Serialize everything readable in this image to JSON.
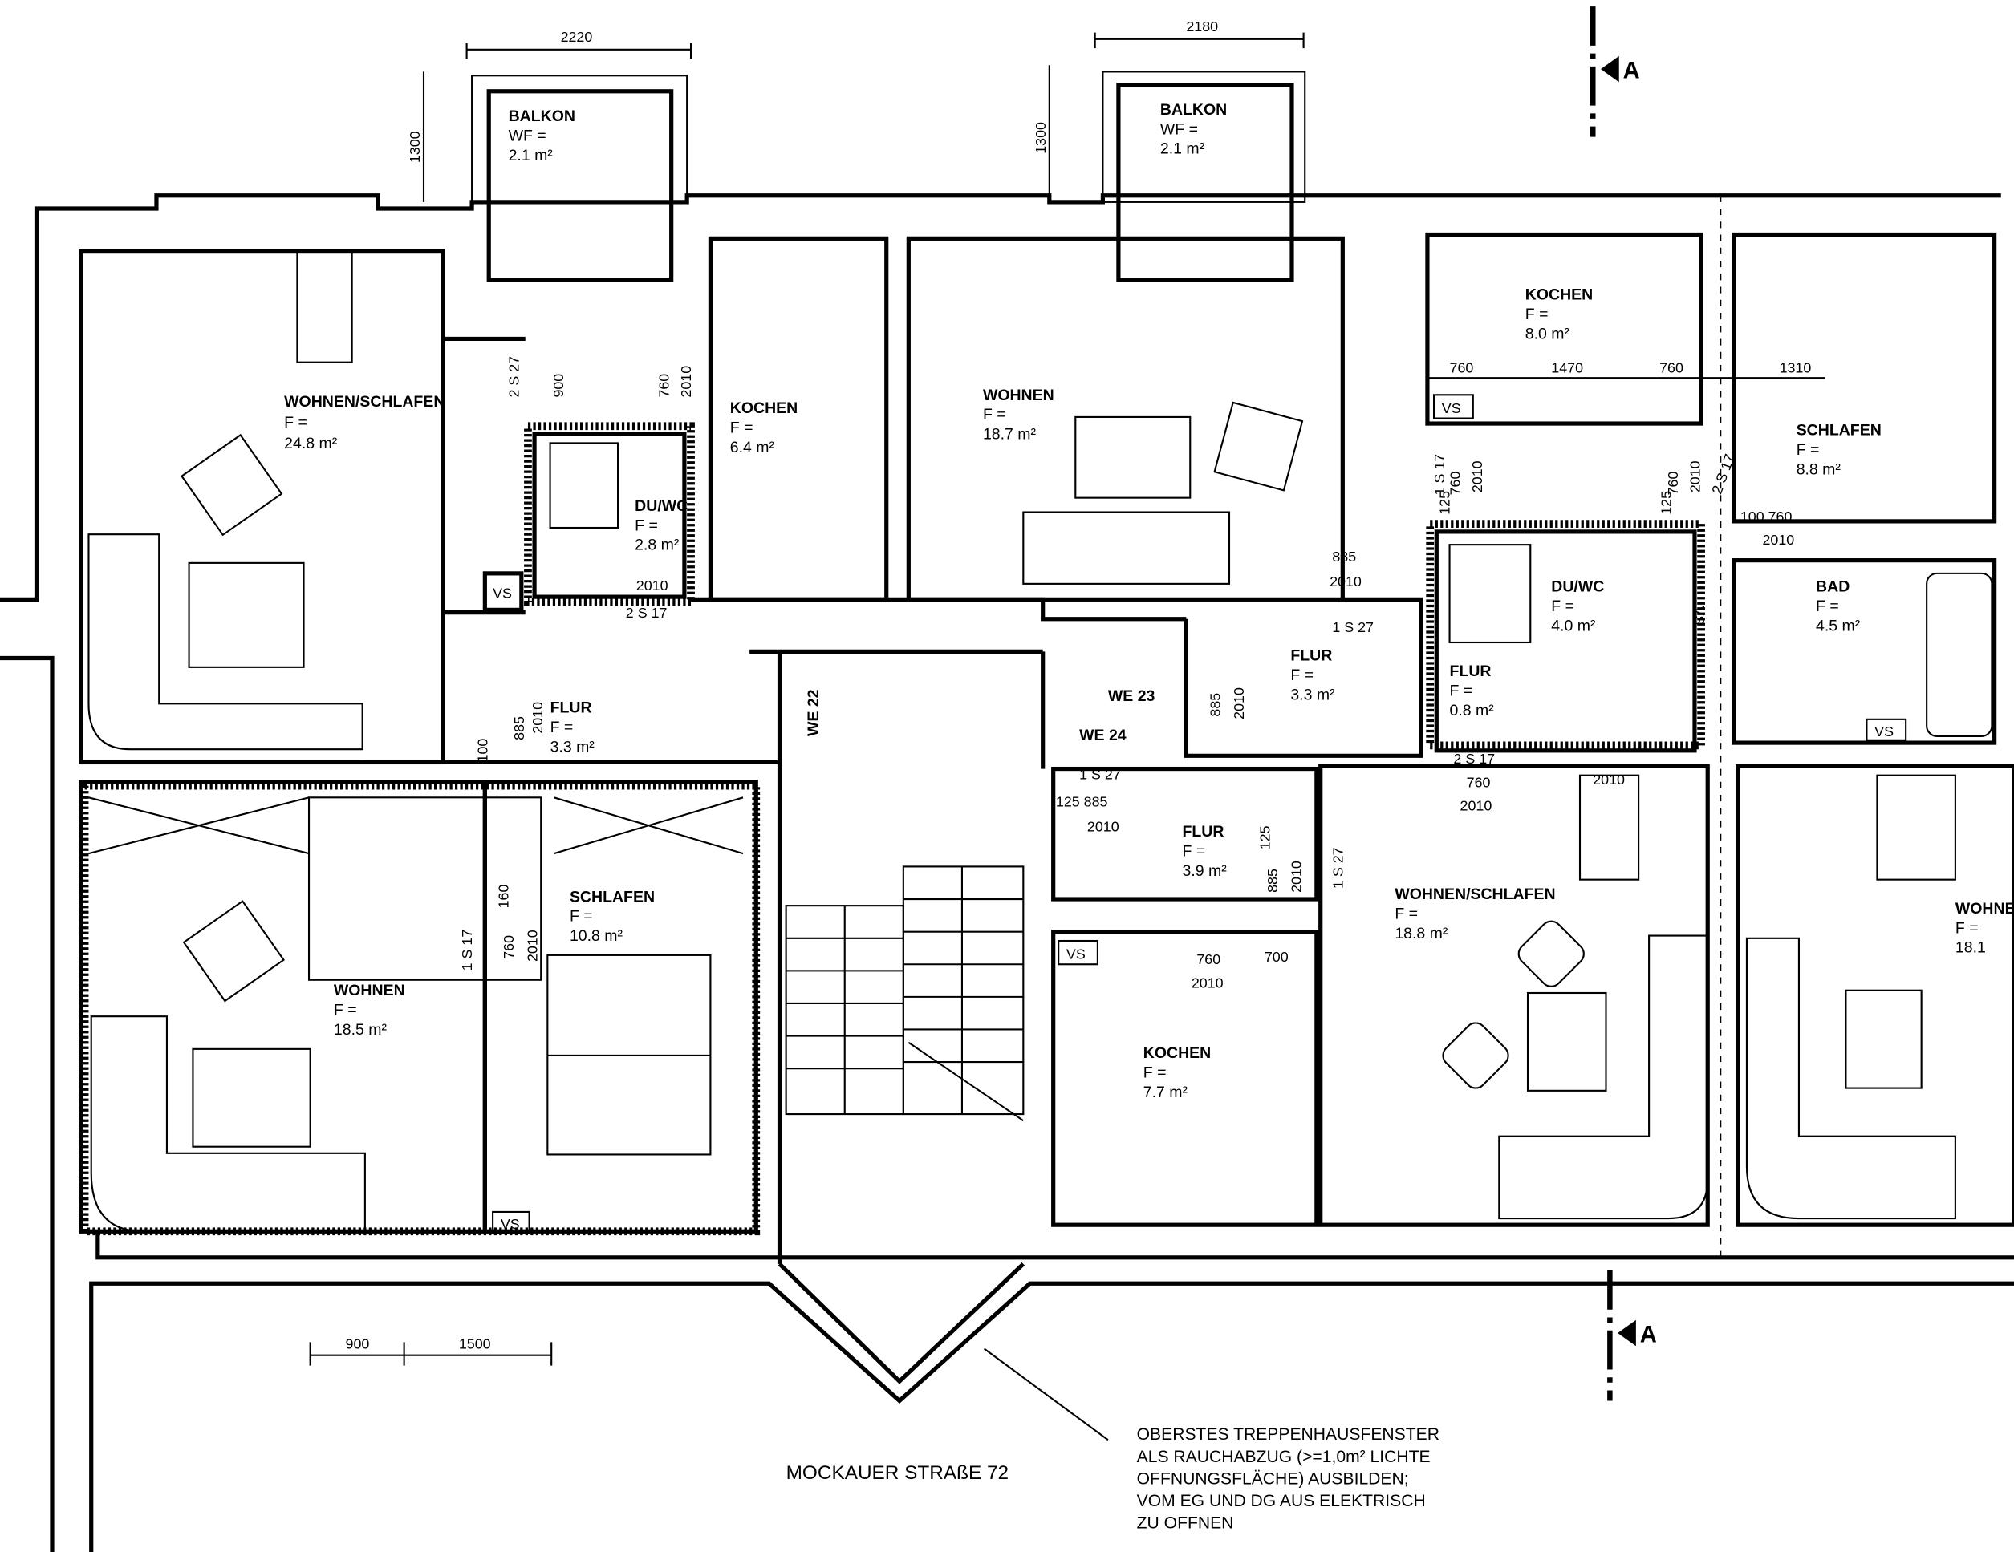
{
  "title": "MOCKAUER STRAßE 72",
  "note": [
    "OBERSTES TREPPENHAUSFENSTER",
    "ALS RAUCHABZUG (>=1,0m² LICHTE",
    "OFFNUNGSFLÄCHE) AUSBILDEN;",
    "VOM EG UND DG AUS ELEKTRISCH",
    "ZU OFFNEN"
  ],
  "section_marker": "A",
  "units": {
    "we22": "WE 22",
    "we23": "WE 23",
    "we24": "WE 24"
  },
  "rooms": [
    {
      "name": "BALKON",
      "label": "WF =",
      "area": "2.1 m²"
    },
    {
      "name": "BALKON",
      "label": "WF =",
      "area": "2.1 m²"
    },
    {
      "name": "WOHNEN/SCHLAFEN",
      "label": "F =",
      "area": "24.8 m²"
    },
    {
      "name": "KOCHEN",
      "label": "F =",
      "area": "6.4 m²"
    },
    {
      "name": "DU/WC",
      "label": "F =",
      "area": "2.8 m²"
    },
    {
      "name": "FLUR",
      "label": "F =",
      "area": "3.3 m²"
    },
    {
      "name": "WOHNEN",
      "label": "F =",
      "area": "18.7 m²"
    },
    {
      "name": "KOCHEN",
      "label": "F =",
      "area": "8.0 m²"
    },
    {
      "name": "SCHLAFEN",
      "label": "F =",
      "area": "8.8 m²"
    },
    {
      "name": "DU/WC",
      "label": "F =",
      "area": "4.0 m²"
    },
    {
      "name": "BAD",
      "label": "F =",
      "area": "4.5 m²"
    },
    {
      "name": "FLUR",
      "label": "F =",
      "area": "3.3 m²"
    },
    {
      "name": "FLUR",
      "label": "F =",
      "area": "0.8 m²"
    },
    {
      "name": "FLUR",
      "label": "F =",
      "area": "3.9 m²"
    },
    {
      "name": "WOHNEN",
      "label": "F =",
      "area": "18.5 m²"
    },
    {
      "name": "SCHLAFEN",
      "label": "F =",
      "area": "10.8 m²"
    },
    {
      "name": "KOCHEN",
      "label": "F =",
      "area": "7.7 m²"
    },
    {
      "name": "WOHNEN/SCHLAFEN",
      "label": "F =",
      "area": "18.8 m²"
    },
    {
      "name": "WOHNE",
      "label": "F =",
      "area": "18.1"
    }
  ],
  "dims": [
    "2220",
    "2180",
    "1300",
    "1300",
    "900",
    "1500",
    "1470",
    "1310",
    "760",
    "760",
    "900",
    "760",
    "2010",
    "2 S 27",
    "2010",
    "2 S 17",
    "885",
    "2010",
    "1 S 27",
    "1 S 17",
    "760",
    "2010",
    "125",
    "760",
    "2010",
    "125",
    "2 S 17",
    "100 760",
    "2010",
    "885",
    "2010",
    "885",
    "2010",
    "100",
    "1 S 17",
    "760",
    "2010",
    "160",
    "1 S 27",
    "125 885",
    "2010",
    "125",
    "885",
    "2010",
    "1 S 27",
    "760",
    "2010",
    "700",
    "2 S 17",
    "760",
    "2010",
    "2010"
  ],
  "vs": "VS"
}
